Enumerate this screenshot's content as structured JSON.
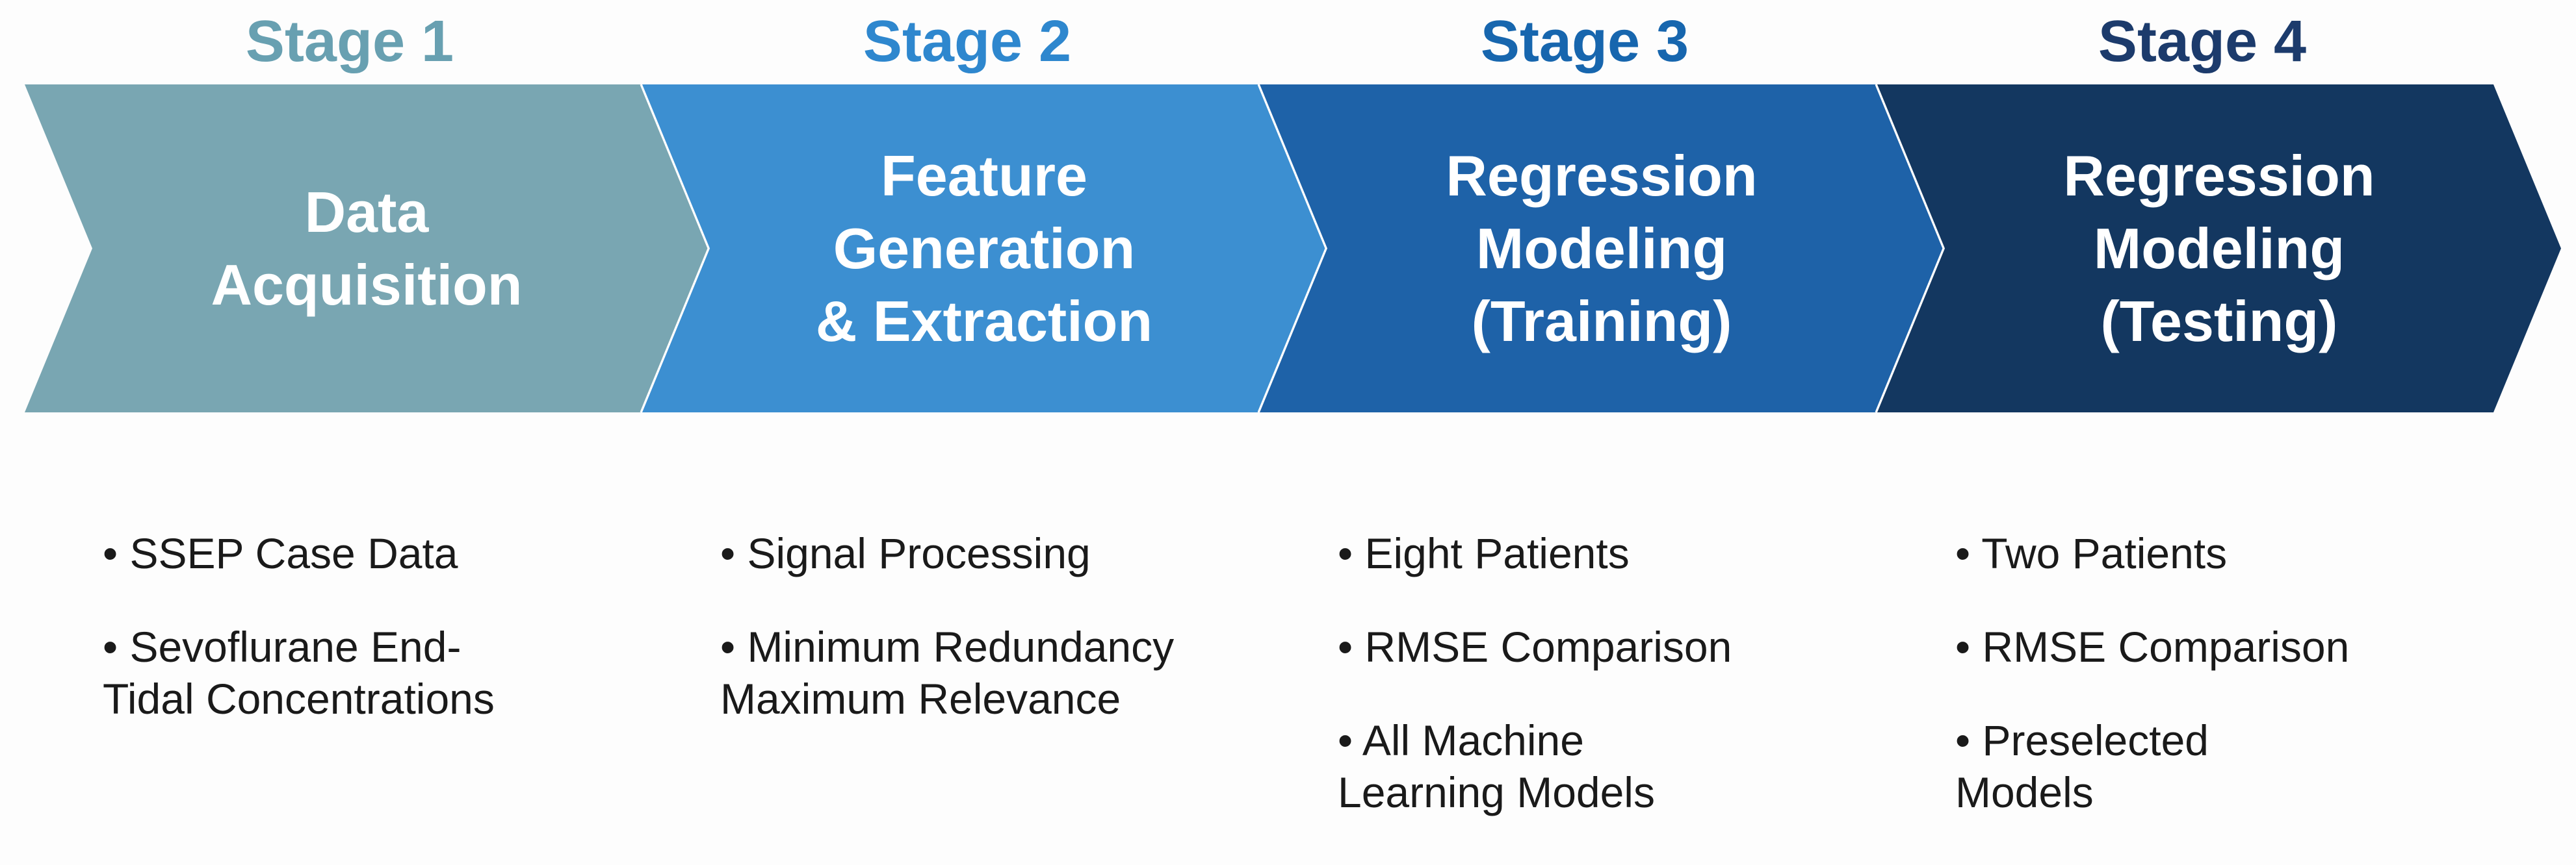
{
  "diagram": {
    "bullet_prefix": "• ",
    "background": "#FDFDFD",
    "separator_color": "#FFFFFF",
    "title_text_color": "#FFFFFF",
    "bullet_text_color": "#1A1A1A"
  },
  "stages": [
    {
      "label": "Stage 1",
      "label_color": "#68A0B1",
      "arrow_color": "#79A6B2",
      "title_lines": [
        "Data",
        "Acquisition"
      ],
      "bullets": [
        [
          "SSEP Case Data"
        ],
        [
          "Sevoflurane End-",
          "Tidal Concentrations"
        ]
      ]
    },
    {
      "label": "Stage 2",
      "label_color": "#2E87CE",
      "arrow_color": "#3C8FD1",
      "title_lines": [
        "Feature",
        "Generation",
        "& Extraction"
      ],
      "bullets": [
        [
          "Signal Processing"
        ],
        [
          "Minimum Redundancy",
          "Maximum Relevance"
        ]
      ]
    },
    {
      "label": "Stage 3",
      "label_color": "#1766AE",
      "arrow_color": "#1E62A8",
      "title_lines": [
        "Regression",
        "Modeling",
        "(Training)"
      ],
      "bullets": [
        [
          "Eight Patients"
        ],
        [
          "RMSE Comparison"
        ],
        [
          "All Machine",
          "Learning Models"
        ]
      ]
    },
    {
      "label": "Stage 4",
      "label_color": "#1C3B6C",
      "arrow_color": "#133760",
      "title_lines": [
        "Regression",
        "Modeling",
        "(Testing)"
      ],
      "bullets": [
        [
          "Two Patients"
        ],
        [
          "RMSE Comparison"
        ],
        [
          "Preselected",
          "Models"
        ]
      ]
    }
  ]
}
